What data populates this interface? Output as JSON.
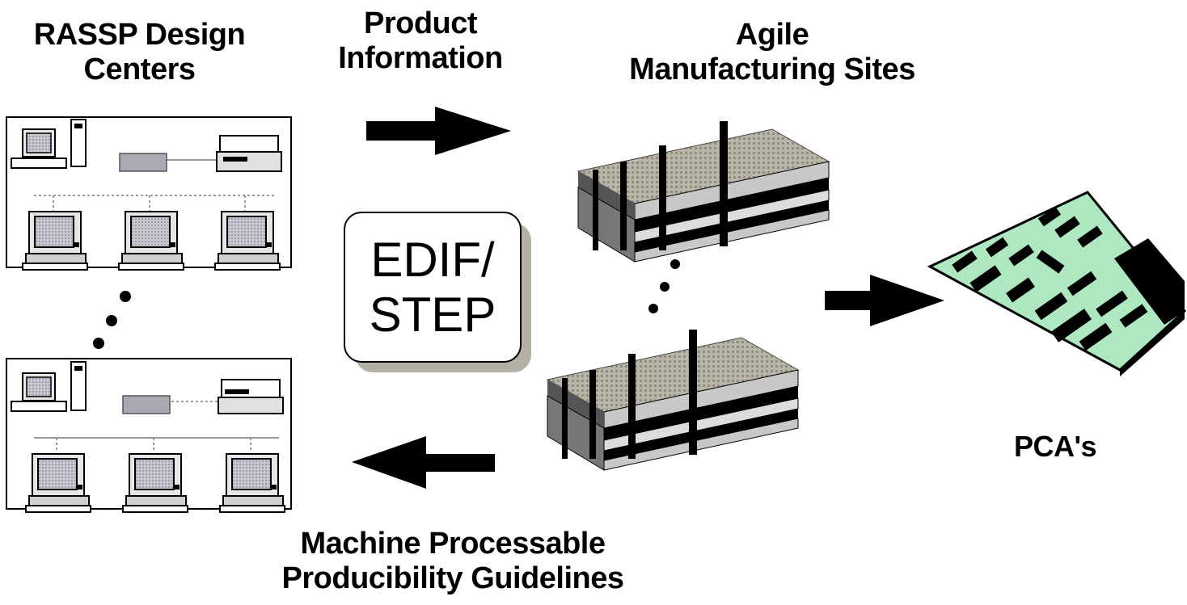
{
  "labels": {
    "design_centers": "RASSP Design\nCenters",
    "product_information": "Product\nInformation",
    "manufacturing_sites": "Agile\nManufacturing Sites",
    "edif_step": "EDIF/\nSTEP",
    "pcas": "PCA's",
    "guidelines": "Machine Processable\nProducibility Guidelines"
  },
  "colors": {
    "ink": "#000000",
    "panel_gray": "#a9a9b3",
    "building_tan": "#b9b6a8",
    "building_gray": "#c8c8c8",
    "board_green": "#aee8c0",
    "shadow": "#b3b0a6"
  },
  "icons": [
    "workstation-icon",
    "tower-icon",
    "printer-icon",
    "server-icon",
    "building-icon",
    "circuit-board-icon",
    "arrow-icon"
  ]
}
